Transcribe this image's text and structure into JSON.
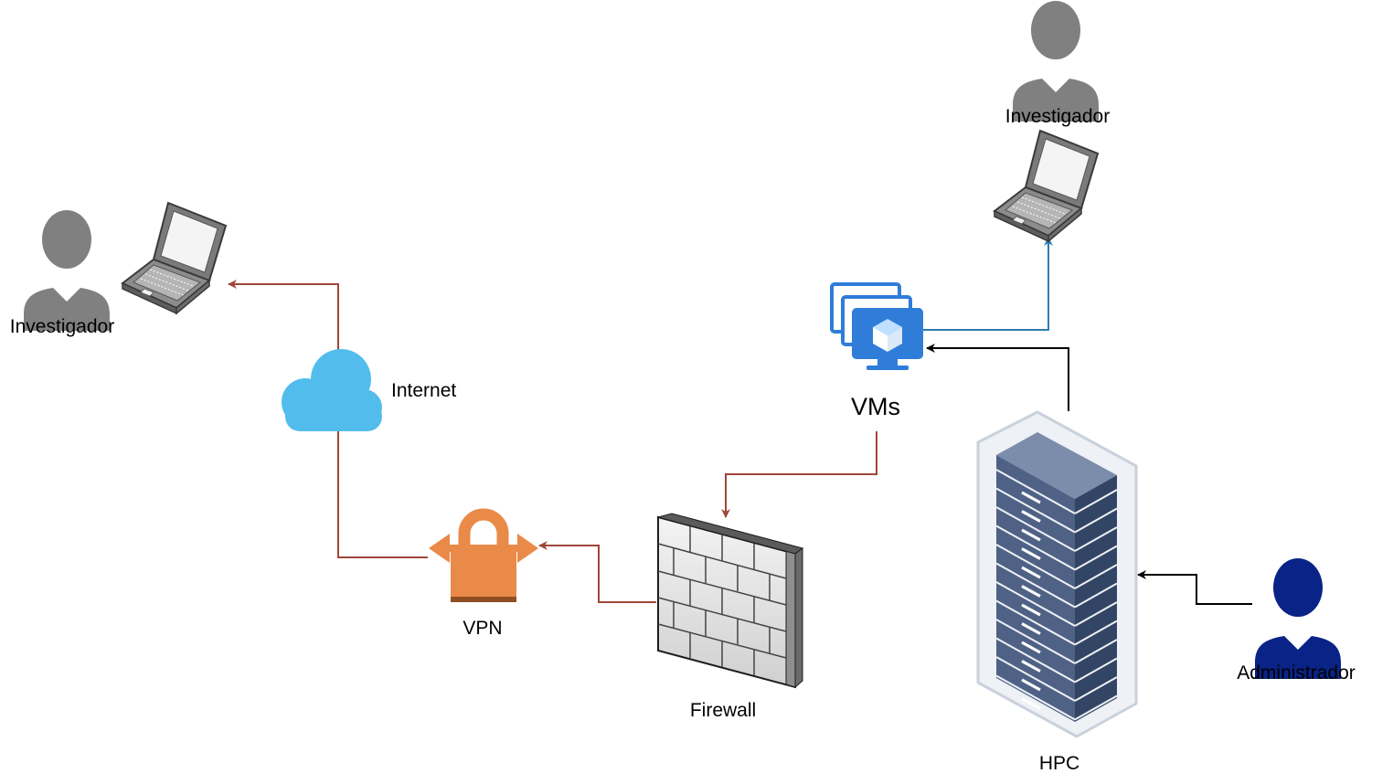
{
  "labels": {
    "investigador_left": "Investigador",
    "investigador_top": "Investigador",
    "internet": "Internet",
    "vms": "VMs",
    "vpn": "VPN",
    "firewall": "Firewall",
    "hpc": "HPC",
    "administrador": "Administrador"
  },
  "icons": {
    "user": "user-icon",
    "admin": "admin-user-icon",
    "laptop": "laptop-icon",
    "cloud": "cloud-icon",
    "vm": "virtual-machines-icon",
    "vpn": "vpn-gateway-icon",
    "firewall": "firewall-icon",
    "server": "server-rack-icon"
  },
  "colors": {
    "connector_red": "#A0463A",
    "connector_blue": "#2E7CB0",
    "connector_black": "#000000",
    "user_gray": "#808080",
    "admin_blue": "#0A2387",
    "cloud_blue": "#52BDEC",
    "vm_blue": "#2F7DD8",
    "vpn_orange": "#E98A48",
    "server_slate": "#5C6B8A"
  }
}
